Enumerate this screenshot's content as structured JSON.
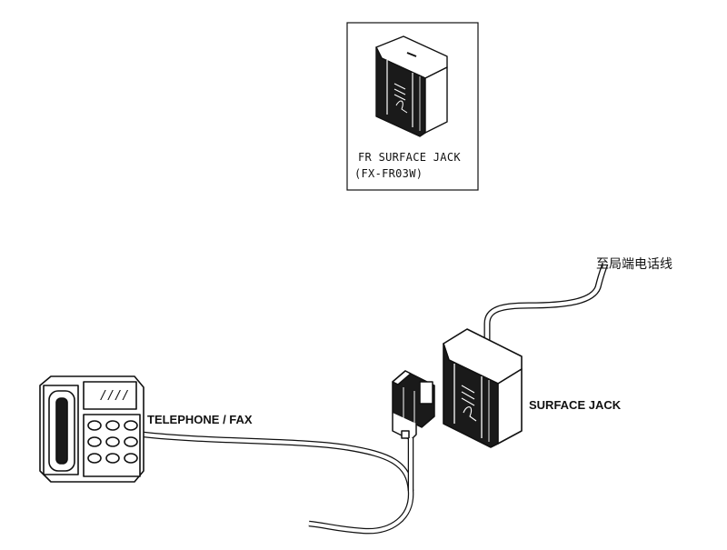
{
  "inset": {
    "product_name": "FR SURFACE JACK",
    "model_code": "(FX-FR03W)"
  },
  "labels": {
    "line_to_exchange": "至局端电话线",
    "surface_jack": "SURFACE JACK",
    "telephone_fax": "TELEPHONE / FAX",
    "keypad_marks": "////"
  },
  "colors": {
    "stroke": "#111111",
    "fill": "#ffffff",
    "device_dark": "#1a1a1a"
  }
}
